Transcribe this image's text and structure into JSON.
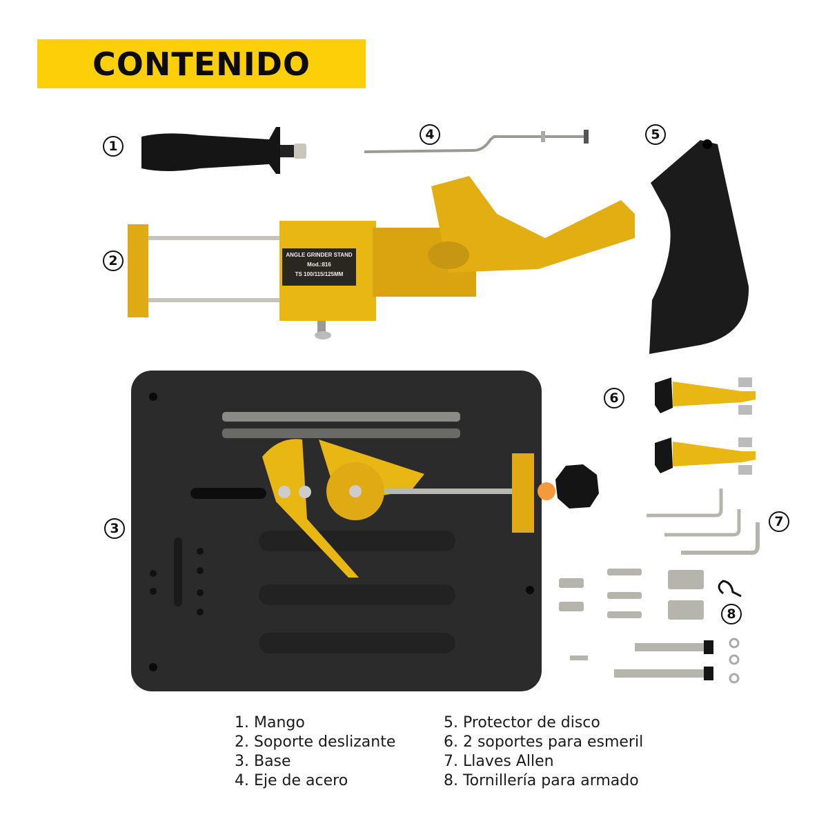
{
  "header": {
    "title": "CONTENIDO",
    "banner_color": "#fdcf08"
  },
  "markers": [
    "1",
    "2",
    "3",
    "4",
    "5",
    "6",
    "7",
    "8"
  ],
  "product_label": {
    "line1": "ANGLE GRINDER STAND",
    "line2": "Mod.:816",
    "line3": "TS 100/115/125MM"
  },
  "colors": {
    "accent_yellow": "#e8b713",
    "base_black": "#2b2b2b",
    "steel": "#b5b5ad"
  },
  "legend": {
    "left": [
      "1. Mango",
      "2. Soporte deslizante",
      "3. Base",
      "4. Eje de acero"
    ],
    "right": [
      "5. Protector de disco",
      "6. 2 soportes para esmeril",
      "7. Llaves Allen",
      "8. Tornillería para armado"
    ]
  }
}
